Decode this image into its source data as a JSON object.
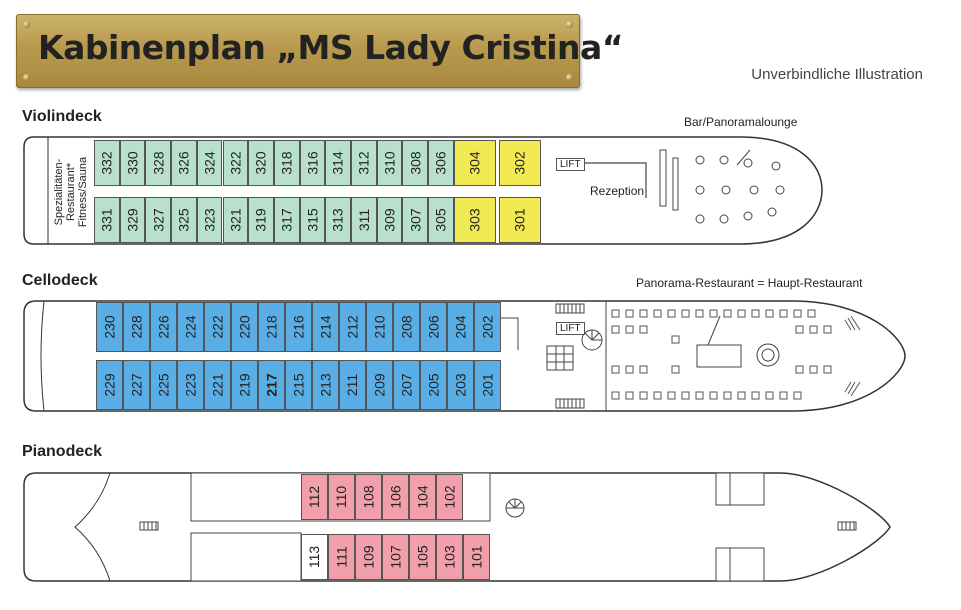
{
  "title": "Kabinenplan „MS Lady Cristina“",
  "note": "Unverbindliche Illustration",
  "decks": {
    "violin": {
      "name": "Violindeck",
      "side_label": "Spezialitäten-\nRestaurant*\nFitness/Sauna",
      "bar_label": "Bar/Panoramalounge",
      "reception_label": "Rezeption",
      "lift": "LIFT",
      "top": [
        "332",
        "330",
        "328",
        "326",
        "324",
        "322",
        "320",
        "318",
        "316",
        "314",
        "312",
        "310",
        "308",
        "306",
        "304",
        "302"
      ],
      "bottom": [
        "331",
        "329",
        "327",
        "325",
        "323",
        "321",
        "319",
        "317",
        "315",
        "313",
        "311",
        "309",
        "307",
        "305",
        "303",
        "301"
      ],
      "yellow": [
        "304",
        "302",
        "303",
        "301"
      ]
    },
    "cello": {
      "name": "Cellodeck",
      "restaurant_label": "Panorama-Restaurant = Haupt-Restaurant",
      "lift": "LIFT",
      "top": [
        "230",
        "228",
        "226",
        "224",
        "222",
        "220",
        "218",
        "216",
        "214",
        "212",
        "210",
        "208",
        "206",
        "204",
        "202"
      ],
      "bottom": [
        "229",
        "227",
        "225",
        "223",
        "221",
        "219",
        "217",
        "215",
        "213",
        "211",
        "209",
        "207",
        "205",
        "203",
        "201"
      ],
      "bold": [
        "217"
      ]
    },
    "piano": {
      "name": "Pianodeck",
      "top": [
        "112",
        "110",
        "108",
        "106",
        "104",
        "102"
      ],
      "bottom": [
        "113",
        "111",
        "109",
        "107",
        "105",
        "103",
        "101"
      ],
      "white": [
        "113"
      ]
    }
  },
  "colors": {
    "violin": "#b9e0cc",
    "violin_highlight": "#f2ea52",
    "cello": "#5aaee6",
    "piano": "#f1a0ab"
  }
}
